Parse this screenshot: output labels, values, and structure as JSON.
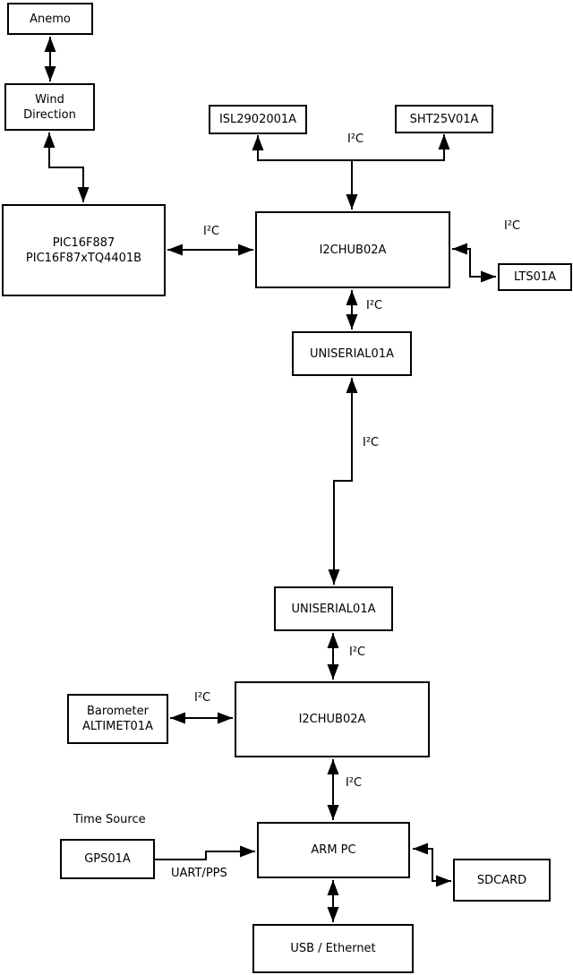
{
  "diagram": {
    "nodes": {
      "anemo": "Anemo",
      "wind": "Wind\nDirection",
      "pic": "PIC16F887\nPIC16F87xTQ4401B",
      "isl": "ISL2902001A",
      "sht": "SHT25V01A",
      "hub1": "I2CHUB02A",
      "lts": "LTS01A",
      "uniserial1": "UNISERIAL01A",
      "uniserial2": "UNISERIAL01A",
      "barometer": "Barometer\nALTIMET01A",
      "hub2": "I2CHUB02A",
      "armpc": "ARM PC",
      "gps": "GPS01A",
      "sdcard": "SDCARD",
      "usb": "USB / Ethernet"
    },
    "labels": {
      "i2c_isl_sht": "I²C",
      "i2c_pic_hub1": "I²C",
      "i2c_hub1_lts": "I²C",
      "i2c_hub1_uniserial1": "I²C",
      "i2c_uniserial_link": "I²C",
      "i2c_uniserial2_hub2": "I²C",
      "i2c_barometer_hub2": "I²C",
      "i2c_hub2_armpc": "I²C",
      "time_source": "Time Source",
      "uart_pps": "UART/PPS"
    },
    "colors": {
      "line": "#000000",
      "box_border": "#000000",
      "box_fill": "#ffffff",
      "background": "#ffffff"
    }
  }
}
